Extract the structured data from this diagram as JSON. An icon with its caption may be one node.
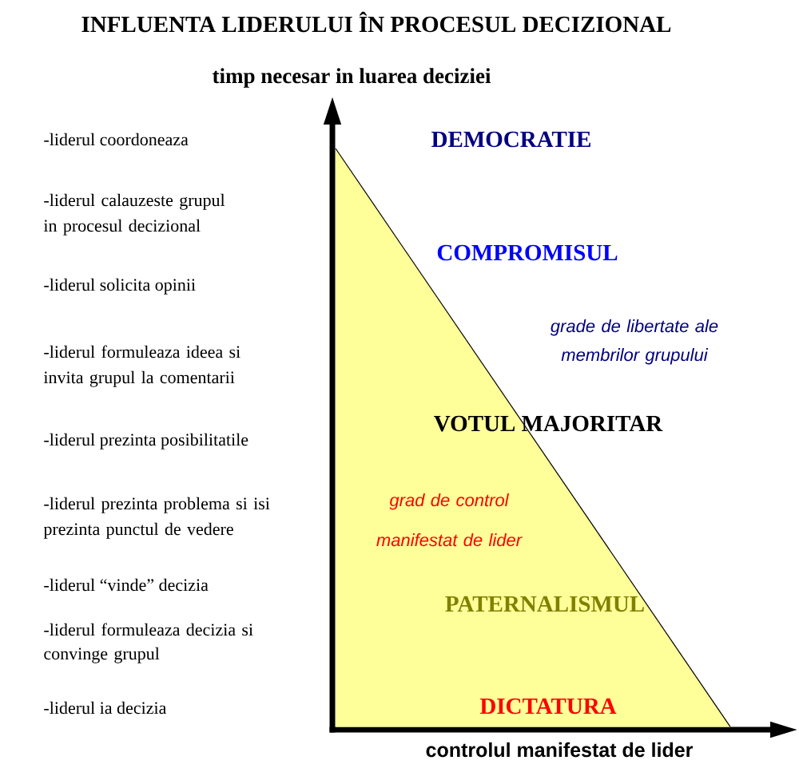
{
  "diagram": {
    "title": "INFLUENTA LIDERULUI ÎN PROCESUL DECIZIONAL",
    "nodes": [
      {
        "text": [
          "grad de control manifestat de lider",
          "PATERNALISMUL",
          "DICTATURA"
        ]
      }
    ],
    "labels": [
      "timp necesar in luarea deciziei",
      "-liderul coordoneaza",
      "-liderul calauzeste grupul in procesul decizional",
      "-liderul solicita opinii",
      "-liderul formuleaza ideea si invita grupul la comentarii",
      "-liderul prezinta posibilitatile",
      "-liderul prezinta problema si isi prezinta punctul de vedere",
      "-liderul “vinde” decizia",
      "-liderul formuleaza decizia si convinge grupul",
      "-liderul ia decizia",
      "DEMOCRATIE",
      "COMPROMISUL",
      "grade de libertate ale membrilor grupului",
      "VOTUL MAJORITAR",
      "controlul manifestat de lider"
    ]
  }
}
